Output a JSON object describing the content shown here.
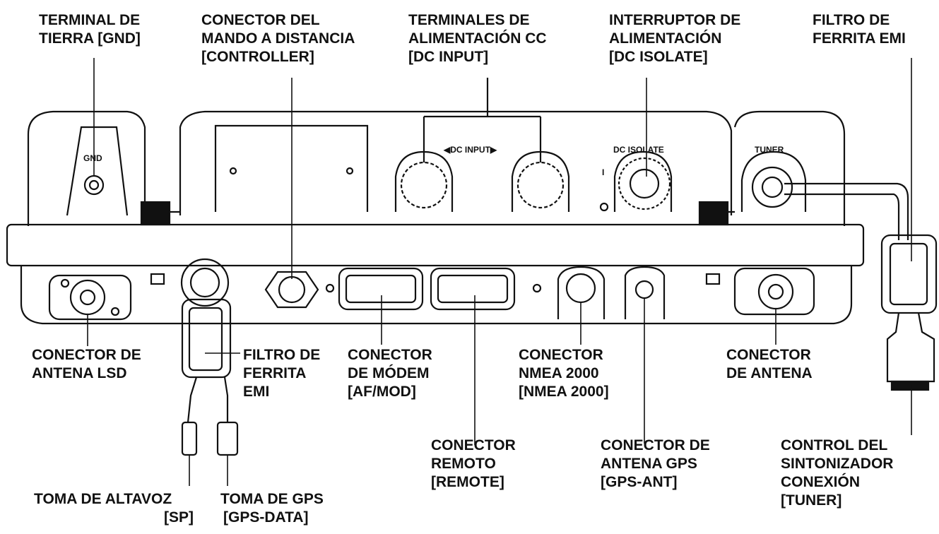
{
  "labels": {
    "gnd": [
      "TERMINAL DE",
      "TIERRA [GND]"
    ],
    "controller": [
      "CONECTOR DEL",
      "MANDO A DISTANCIA",
      "[CONTROLLER]"
    ],
    "dc_input": [
      "TERMINALES DE",
      "ALIMENTACIÓN CC",
      "[DC INPUT]"
    ],
    "dc_isolate": [
      "INTERRUPTOR DE",
      "ALIMENTACIÓN",
      "[DC ISOLATE]"
    ],
    "ferrite_top": [
      "FILTRO DE",
      "FERRITA EMI"
    ],
    "lsd_antenna": [
      "CONECTOR DE",
      "ANTENA LSD"
    ],
    "ferrite_bottom": [
      "FILTRO DE",
      "FERRITA",
      "EMI"
    ],
    "modem": [
      "CONECTOR",
      "DE MÓDEM",
      "[AF/MOD]"
    ],
    "nmea": [
      "CONECTOR",
      "NMEA 2000",
      "[NMEA 2000]"
    ],
    "antenna": [
      "CONECTOR",
      "DE ANTENA"
    ],
    "remote": [
      "CONECTOR",
      "REMOTO",
      "[REMOTE]"
    ],
    "gps_antenna": [
      "CONECTOR DE",
      "ANTENA GPS",
      "[GPS-ANT]"
    ],
    "tuner": [
      "CONTROL DEL",
      "SINTONIZADOR",
      "CONEXIÓN",
      "[TUNER]"
    ],
    "speaker": [
      "TOMA DE ALTAVOZ",
      "[SP]"
    ],
    "gps_data": [
      "TOMA DE GPS",
      "[GPS-DATA]"
    ]
  },
  "panel": {
    "gnd": "GND",
    "dc_input": "◀DC INPUT▶",
    "dc_isolate": "DC ISOLATE",
    "tuner": "TUNER",
    "switch_on": "I",
    "switch_off": "O"
  }
}
